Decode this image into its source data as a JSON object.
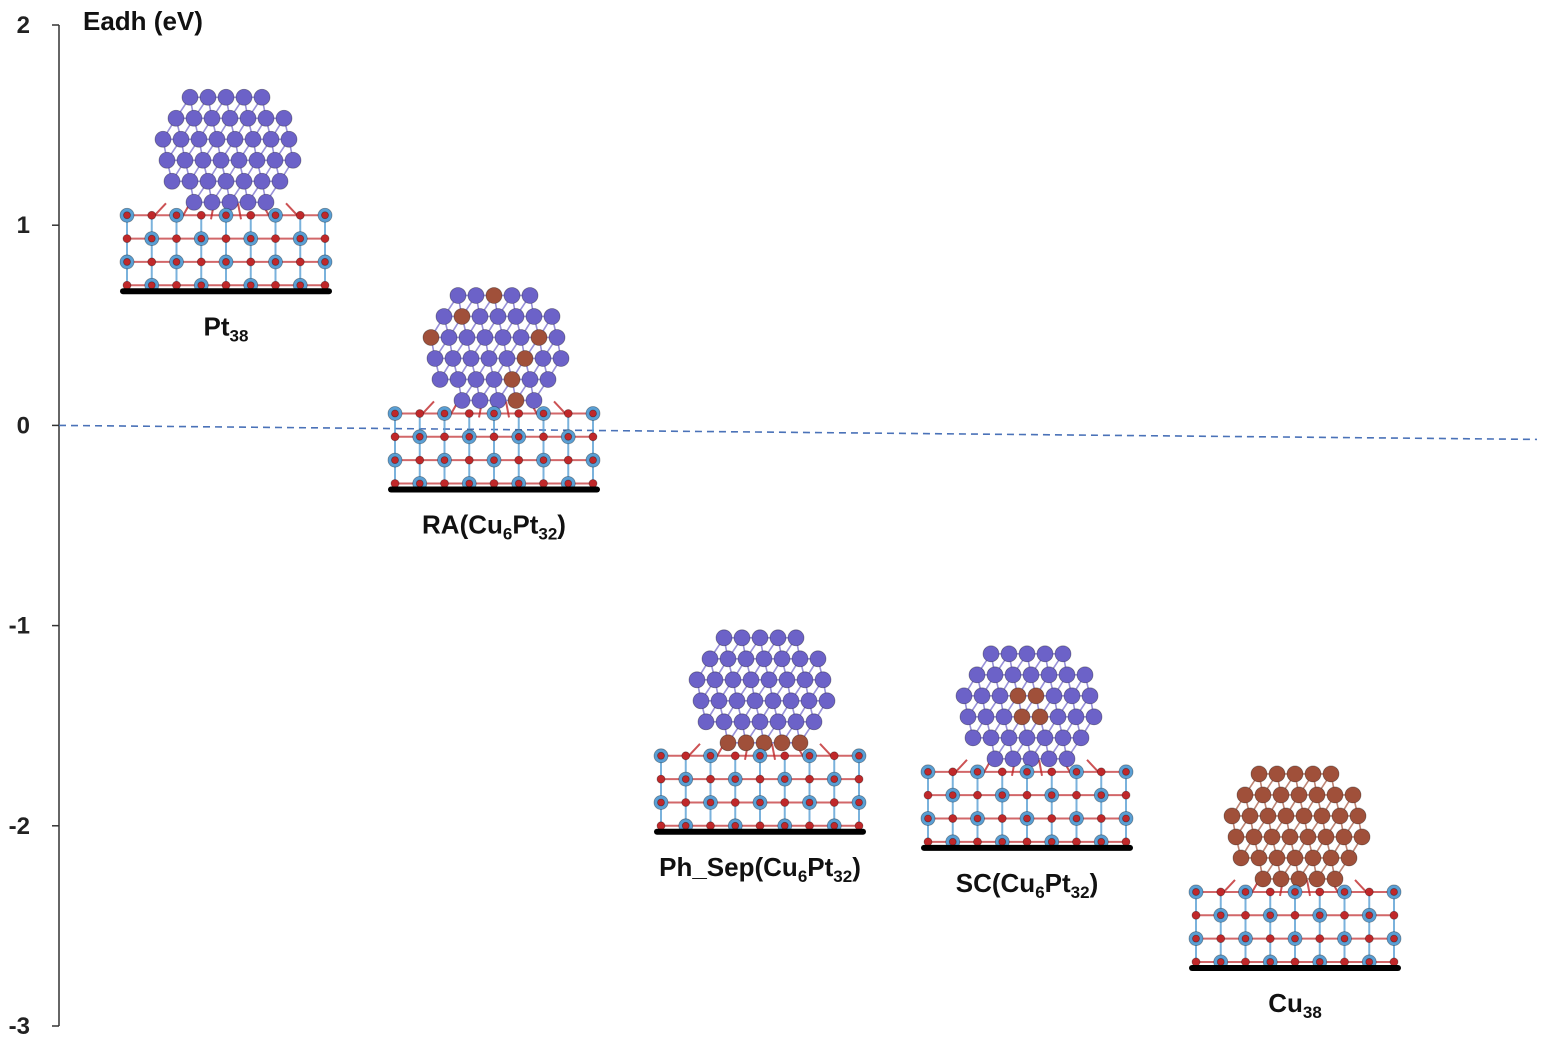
{
  "chart_data": {
    "type": "bar",
    "ylabel": "Eadh (eV)",
    "ylim": [
      -3,
      2
    ],
    "yticks": [
      2,
      1,
      0,
      -1,
      -2,
      -3
    ],
    "categories": [
      {
        "main": "Pt",
        "sub": "38",
        "tail": ""
      },
      {
        "main": "RA(Cu",
        "sub": "6",
        "tail": "Pt",
        "sub2": "32",
        "tail2": ")"
      },
      {
        "main": "Ph_Sep(Cu",
        "sub": "6",
        "tail": "Pt",
        "sub2": "32",
        "tail2": ")"
      },
      {
        "main": "SC(Cu",
        "sub": "6",
        "tail": "Pt",
        "sub2": "32",
        "tail2": ")"
      },
      {
        "main": "Cu",
        "sub": "38",
        "tail": ""
      }
    ],
    "values": [
      0.67,
      -0.32,
      -2.03,
      -2.11,
      -2.71
    ],
    "reference_line": 0,
    "grid": false,
    "colors": {
      "pt_atom": "#6c62c8",
      "cu_atom": "#a0503a",
      "oxide_o": "#c0282a",
      "oxide_metal": "#5a9fd4",
      "level": "#000000",
      "dashed": "#4a72b8"
    }
  }
}
